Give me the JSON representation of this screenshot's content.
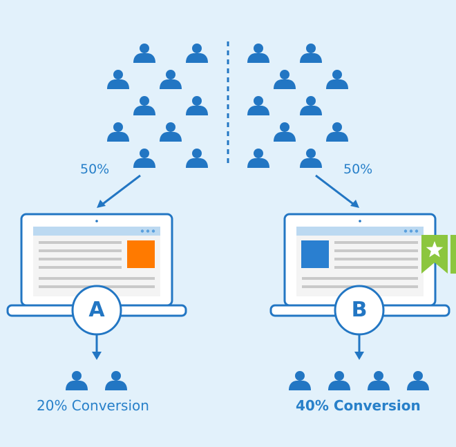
{
  "split": {
    "left_percent": "50%",
    "right_percent": "50%"
  },
  "variant_a": {
    "letter": "A",
    "conversion": "20% Conversion",
    "accent_color": "#ff7a00"
  },
  "variant_b": {
    "letter": "B",
    "conversion": "40% Conversion",
    "accent_color": "#2a7fd0",
    "badge_icon": "star-icon",
    "badge_color": "#8cc63f"
  },
  "colors": {
    "background": "#e2f1fb",
    "primary": "#2276c3",
    "text": "#2880c9"
  }
}
